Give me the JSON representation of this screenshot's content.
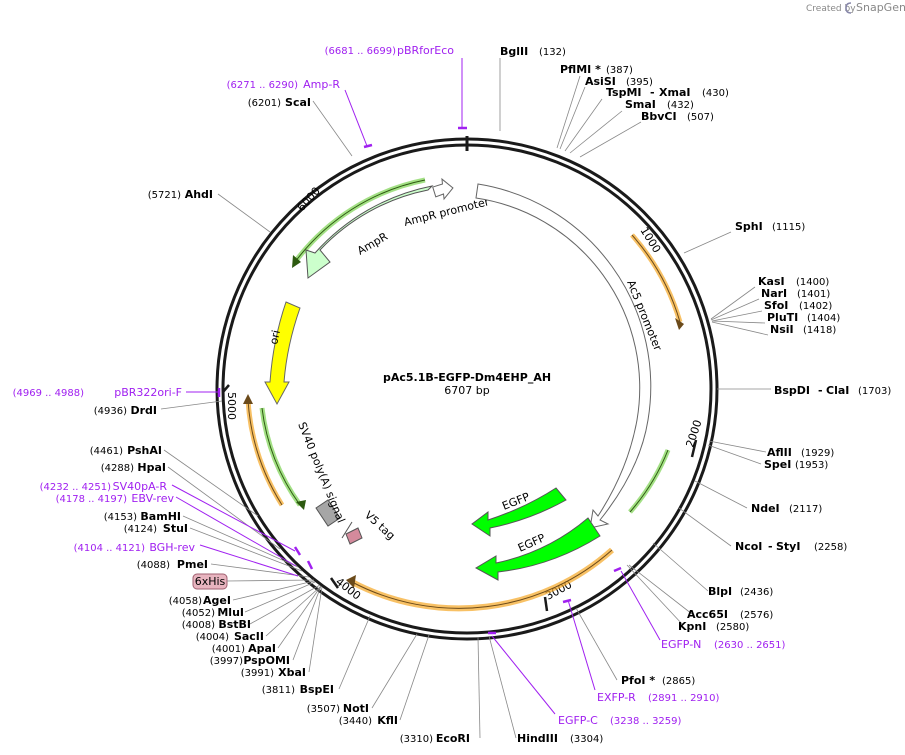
{
  "header": {
    "created_by": "Created by",
    "brand": "SnapGene"
  },
  "plasmid": {
    "name": "pAc5.1B-EGFP-Dm4EHP_AH",
    "size": "6707 bp"
  },
  "ticks": {
    "t1000": "1000",
    "t2000": "2000",
    "t3000": "3000",
    "t4000": "4000",
    "t5000": "5000",
    "t6000": "6000"
  },
  "features": {
    "ampr_promoter": "AmpR promoter",
    "ampr": "AmpR",
    "ori": "ori",
    "ac5": "Ac5 promoter",
    "sv40": "SV40 poly(A) signal",
    "v5": "V5 tag",
    "egfp1": "EGFP",
    "egfp2": "EGFP",
    "his": "6xHis"
  },
  "sites": {
    "bglii": {
      "name": "BglII",
      "pos": "(132)"
    },
    "pflmi": {
      "name": "PflMI *",
      "pos": "(387)"
    },
    "asisi": {
      "name": "AsiSI",
      "pos": "(395)"
    },
    "tspmi": {
      "name": "TspMI",
      "name2": "XmaI",
      "pos": "(430)"
    },
    "smai": {
      "name": "SmaI",
      "pos": "(432)"
    },
    "bbvci": {
      "name": "BbvCI",
      "pos": "(507)"
    },
    "sphi": {
      "name": "SphI",
      "pos": "(1115)"
    },
    "kasi": {
      "name": "KasI",
      "pos": "(1400)"
    },
    "nari": {
      "name": "NarI",
      "pos": "(1401)"
    },
    "sfoi": {
      "name": "SfoI",
      "pos": "(1402)"
    },
    "pluti": {
      "name": "PluTI",
      "pos": "(1404)"
    },
    "nsii": {
      "name": "NsiI",
      "pos": "(1418)"
    },
    "bspdi": {
      "name": "BspDI",
      "name2": "ClaI",
      "pos": "(1703)"
    },
    "aflii": {
      "name": "AflII",
      "pos": "(1929)"
    },
    "spei": {
      "name": "SpeI",
      "pos": "(1953)"
    },
    "ndei": {
      "name": "NdeI",
      "pos": "(2117)"
    },
    "ncoi": {
      "name": "NcoI",
      "name2": "StyI",
      "pos": "(2258)"
    },
    "blpi": {
      "name": "BlpI",
      "pos": "(2436)"
    },
    "acc65i": {
      "name": "Acc65I",
      "pos": "(2576)"
    },
    "kpni": {
      "name": "KpnI",
      "pos": "(2580)"
    },
    "pfoi": {
      "name": "PfoI *",
      "pos": "(2865)"
    },
    "hindiii": {
      "name": "HindIII",
      "pos": "(3304)"
    },
    "ecori": {
      "name": "EcoRI",
      "pos": "(3310)"
    },
    "kfli": {
      "name": "KflI",
      "pos": "(3440)"
    },
    "noti": {
      "name": "NotI",
      "pos": "(3507)"
    },
    "bspei": {
      "name": "BspEI",
      "pos": "(3811)"
    },
    "xbai": {
      "name": "XbaI",
      "pos": "(3991)"
    },
    "pspomi": {
      "name": "PspOMI",
      "pos": "(3997)"
    },
    "apai": {
      "name": "ApaI",
      "pos": "(4001)"
    },
    "sacii": {
      "name": "SacII",
      "pos": "(4004)"
    },
    "bstbi": {
      "name": "BstBI",
      "pos": "(4008)"
    },
    "mlui": {
      "name": "MluI",
      "pos": "(4052)"
    },
    "agei": {
      "name": "AgeI",
      "pos": "(4058)"
    },
    "pmei": {
      "name": "PmeI",
      "pos": "(4088)"
    },
    "stui": {
      "name": "StuI",
      "pos": "(4124)"
    },
    "bamhi": {
      "name": "BamHI",
      "pos": "(4153)"
    },
    "hpai": {
      "name": "HpaI",
      "pos": "(4288)"
    },
    "pshai": {
      "name": "PshAI",
      "pos": "(4461)"
    },
    "drdi": {
      "name": "DrdI",
      "pos": "(4936)"
    },
    "ahdi": {
      "name": "AhdI",
      "pos": "(5721)"
    },
    "scai": {
      "name": "ScaI",
      "pos": "(6201)"
    }
  },
  "primers": {
    "pbrforeco": {
      "name": "pBRforEco",
      "pos": "(6681 .. 6699)"
    },
    "ampr": {
      "name": "Amp-R",
      "pos": "(6271 .. 6290)"
    },
    "pbr322": {
      "name": "pBR322ori-F",
      "pos": "(4969 .. 4988)"
    },
    "sv40pa": {
      "name": "SV40pA-R",
      "pos": "(4232 .. 4251)"
    },
    "ebv": {
      "name": "EBV-rev",
      "pos": "(4178 .. 4197)"
    },
    "bgh": {
      "name": "BGH-rev",
      "pos": "(4104 .. 4121)"
    },
    "egfpn": {
      "name": "EGFP-N",
      "pos": "(2630 .. 2651)"
    },
    "exfpr": {
      "name": "EXFP-R",
      "pos": "(2891 .. 2910)"
    },
    "egfpc": {
      "name": "EGFP-C",
      "pos": "(3238 .. 3259)"
    }
  },
  "colors": {
    "ring": "#1a1a1a",
    "enzyme_line": "#777777",
    "primer": "#a020f0",
    "ampr_fill": "#ccffcc",
    "ori_fill": "#ffff00",
    "egfp_fill": "#00ff00",
    "orf_orange": "#f5a623",
    "orf_green": "#66cc33",
    "his_fill": "#e8b4bf",
    "v5_fill": "#d48a9c",
    "sv40_fill": "#a6a6a6"
  }
}
